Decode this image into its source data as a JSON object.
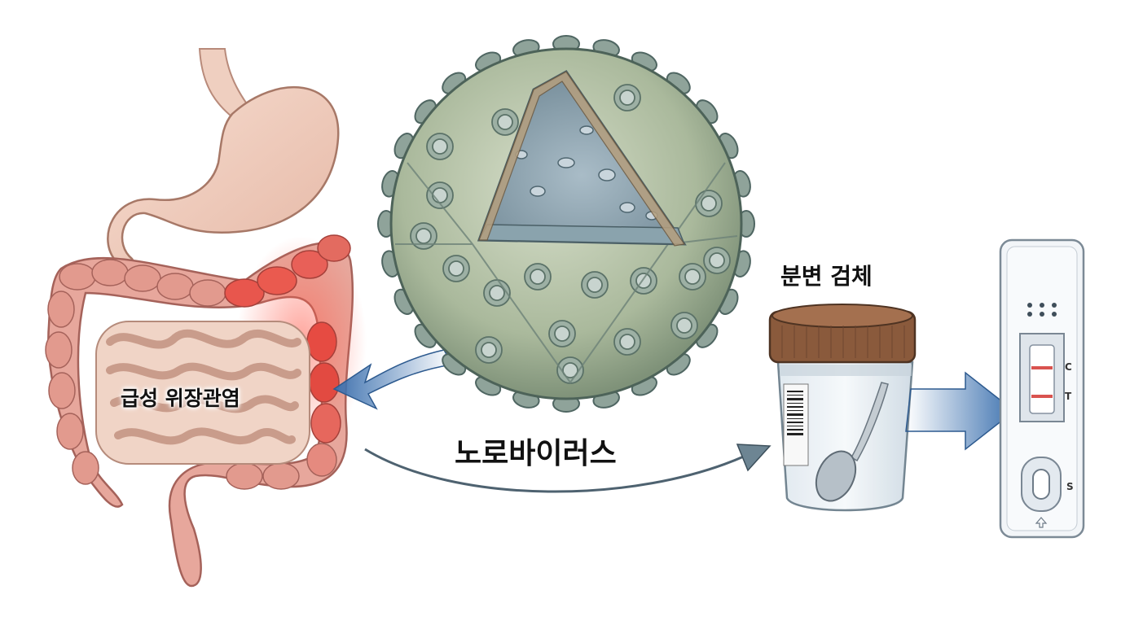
{
  "labels": {
    "gastroenteritis": "급성 위장관염",
    "virus": "노로바이러스",
    "stool_sample": "분변 검체"
  },
  "test_kit": {
    "control_mark": "C",
    "test_mark": "T",
    "sample_mark": "S"
  },
  "colors": {
    "arrow_blue": "#3f73b0",
    "inflamed_red": "#e0403a",
    "virus_green": "#a9b89a",
    "cup_lid": "#8a5a3c"
  }
}
